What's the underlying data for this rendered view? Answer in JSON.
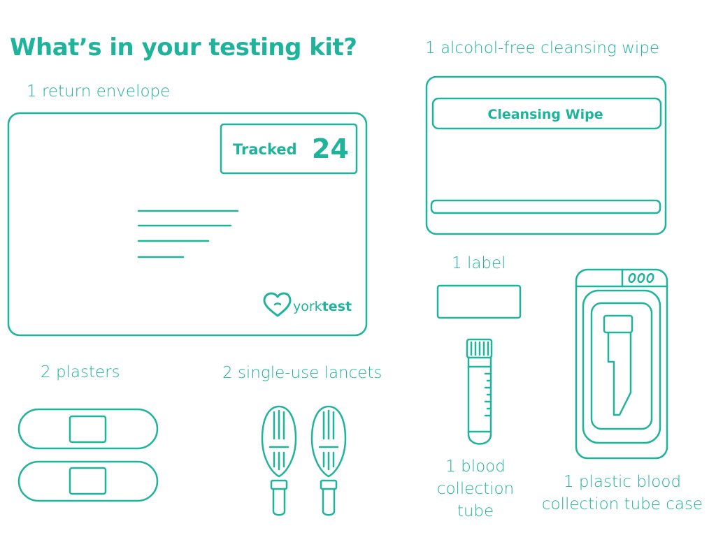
{
  "heading": "What’s in your testing kit?",
  "labels": {
    "envelope": "1 return envelope",
    "wipe": "1 alcohol-free cleansing wipe",
    "label": "1 label",
    "plasters": "2 plasters",
    "lancets": "2 single-use lancets",
    "tube": [
      "1 blood",
      "collection",
      "tube"
    ],
    "tube_case": [
      "1 plastic blood",
      "collection tube case"
    ]
  },
  "envelope": {
    "stamp_word": "Tracked",
    "stamp_number": "24",
    "brand_light": "york",
    "brand_bold": "test"
  },
  "wipe": {
    "title": "Cleansing Wipe"
  },
  "colors": {
    "accent": "#1fb39c",
    "background": "#ffffff"
  },
  "icons": [
    "heart-logo-icon",
    "envelope-illustration",
    "wipe-illustration",
    "label-illustration",
    "plaster-illustration",
    "lancet-illustration",
    "tube-illustration",
    "tube-case-illustration"
  ]
}
